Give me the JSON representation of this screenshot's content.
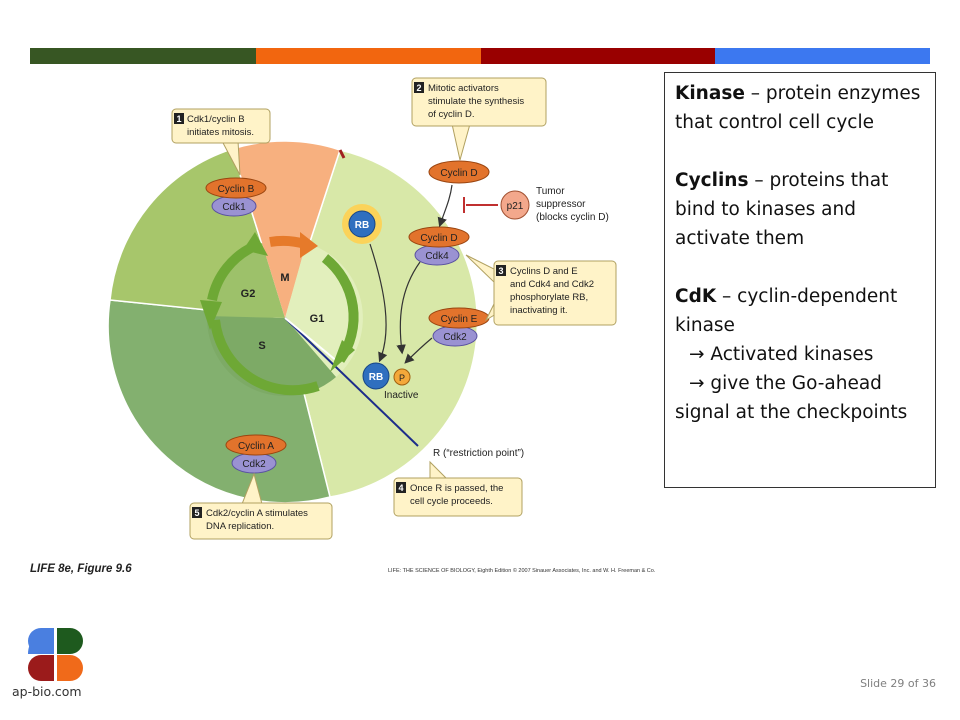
{
  "colors": {
    "bar": [
      "#375623",
      "#f2660f",
      "#990000",
      "#3c78f0"
    ],
    "M_phase": "#f7b07f",
    "G1_outer": "#d8e8a8",
    "G1_inner": "#e2efbc",
    "G2_outer": "#a7c66b",
    "S_outer": "#83b06f",
    "cyclin": "#e2732c",
    "cdk": "#9a92d2",
    "callout": "#fff3c8",
    "rb": "#2f6fbf"
  },
  "labels": {
    "phase_M": "M",
    "phase_G1": "G1",
    "phase_G2": "G2",
    "phase_S": "S",
    "cyclin_b": "Cyclin B",
    "cdk1": "Cdk1",
    "cyclin_d_top": "Cyclin D",
    "cyclin_d": "Cyclin D",
    "cdk4": "Cdk4",
    "cyclin_e": "Cyclin E",
    "cdk2_e": "Cdk2",
    "cyclin_a": "Cyclin A",
    "cdk2_a": "Cdk2",
    "rb_active": "RB",
    "rb_inactive": "RB",
    "phospho": "P",
    "inactive": "Inactive",
    "p21": "p21",
    "tumor": [
      "Tumor",
      "suppressor",
      "(blocks cyclin D)"
    ],
    "r_point": "R (“restriction point”)"
  },
  "callouts": [
    {
      "num": "1",
      "lines": [
        "Cdk1/cyclin B",
        "initiates mitosis."
      ]
    },
    {
      "num": "2",
      "lines": [
        "Mitotic activators",
        "stimulate the synthesis",
        "of cyclin D."
      ]
    },
    {
      "num": "3",
      "lines": [
        "Cyclins D and E",
        "and Cdk4 and Cdk2",
        "phosphorylate RB,",
        "inactivating it."
      ]
    },
    {
      "num": "4",
      "lines": [
        "Once R is passed, the",
        "cell cycle proceeds."
      ]
    },
    {
      "num": "5",
      "lines": [
        "Cdk2/cyclin A stimulates",
        "DNA replication."
      ]
    }
  ],
  "figure_caption": "LIFE 8e, Figure 9.6",
  "copyright": "LIFE: THE SCIENCE OF BIOLOGY, Eighth Edition  © 2007 Sinauer Associates, Inc. and W. H. Freeman & Co.",
  "textbox": {
    "kinase_term": "Kinase",
    "kinase_def": " – protein enzymes that control cell cycle",
    "cyclins_term": "Cyclins",
    "cyclins_def": " – proteins that bind to kinases and activate them",
    "cdk_term": "CdK",
    "cdk_def": " – cyclin-dependent kinase",
    "point1": " Activated kinases",
    "point2": " give the Go-ahead signal at the checkpoints"
  },
  "footer": {
    "slide_number": "Slide 29 of 36",
    "logo_text": "ap-bio.com"
  }
}
